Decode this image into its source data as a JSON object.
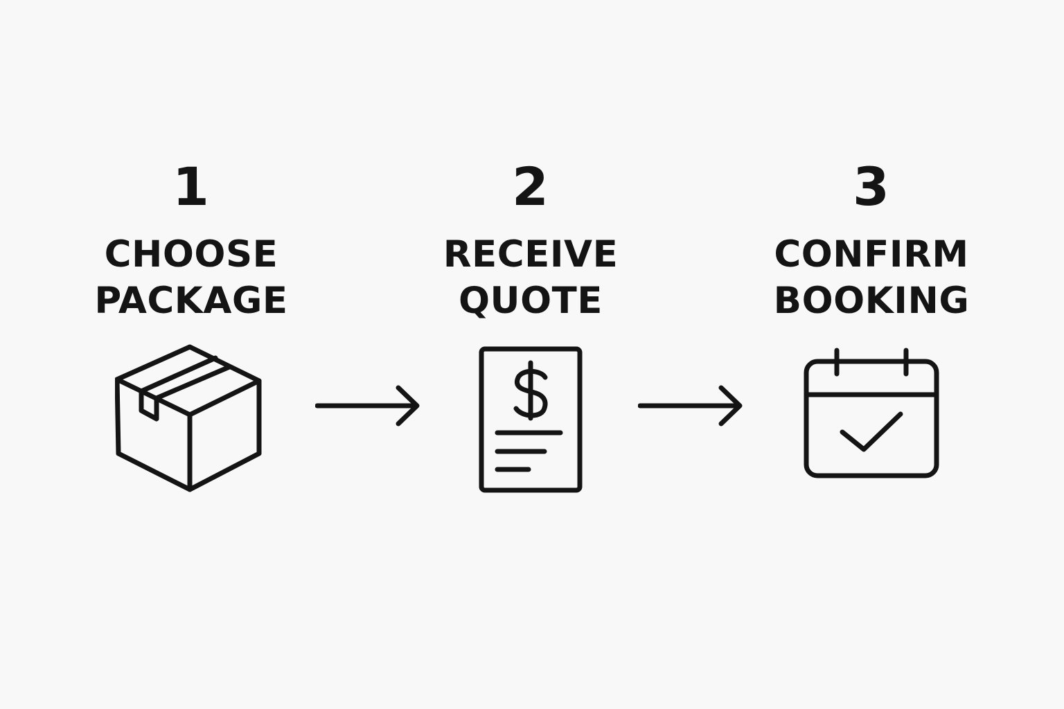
{
  "steps": [
    {
      "number": "1",
      "title_line1": "CHOOSE",
      "title_line2": "PACKAGE",
      "icon": "package-box-icon"
    },
    {
      "number": "2",
      "title_line1": "RECEIVE",
      "title_line2": "QUOTE",
      "icon": "quote-document-icon"
    },
    {
      "number": "3",
      "title_line1": "CONFIRM",
      "title_line2": "BOOKING",
      "icon": "calendar-check-icon"
    }
  ],
  "connectors": [
    {
      "icon": "arrow-right-icon"
    },
    {
      "icon": "arrow-right-icon"
    }
  ],
  "colors": {
    "background": "#f8f8f8",
    "ink": "#141414"
  }
}
